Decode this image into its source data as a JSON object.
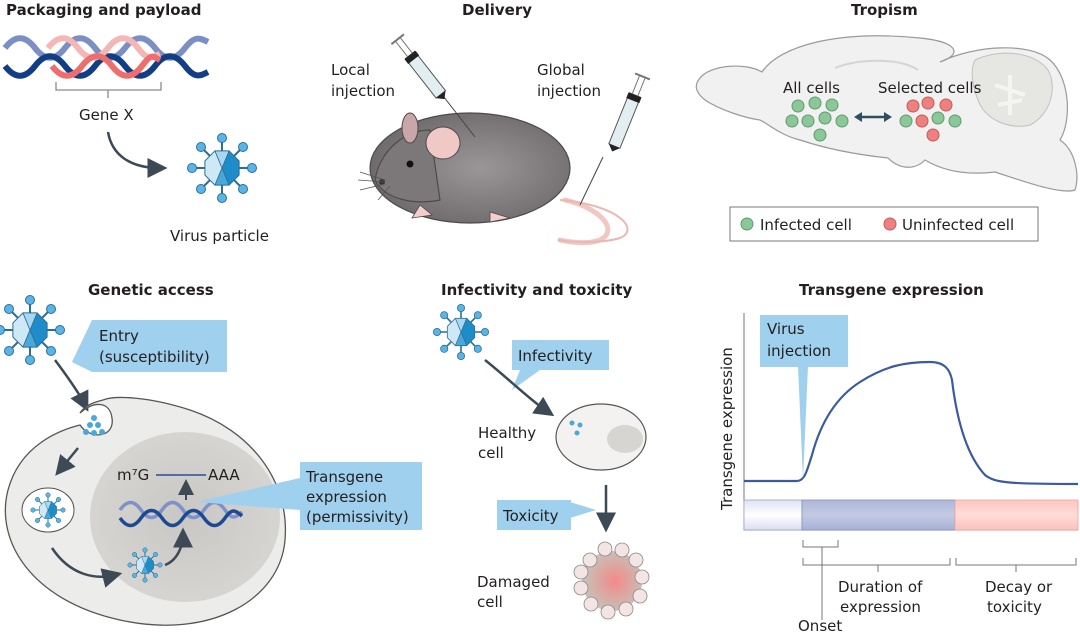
{
  "panels": {
    "packaging": {
      "title": "Packaging and payload",
      "gene_label": "Gene X",
      "virus_label": "Virus particle"
    },
    "delivery": {
      "title": "Delivery",
      "local_line1": "Local",
      "local_line2": "injection",
      "global_line1": "Global",
      "global_line2": "injection"
    },
    "tropism": {
      "title": "Tropism",
      "all_cells": "All cells",
      "selected_cells": "Selected cells",
      "legend": {
        "infected": "Infected cell",
        "uninfected": "Uninfected cell"
      }
    },
    "genetic_access": {
      "title": "Genetic access",
      "entry_line1": "Entry",
      "entry_line2": "(susceptibility)",
      "mrna_cap": "m⁷G",
      "mrna_tail": "AAA",
      "transgene_line1": "Transgene",
      "transgene_line2": "expression",
      "transgene_line3": "(permissivity)"
    },
    "infectivity": {
      "title": "Infectivity and toxicity",
      "infectivity_label": "Infectivity",
      "healthy_line1": "Healthy",
      "healthy_line2": "cell",
      "toxicity_label": "Toxicity",
      "damaged_line1": "Damaged",
      "damaged_line2": "cell"
    },
    "expression": {
      "title": "Transgene expression",
      "ylabel": "Transgene expression",
      "virus_line1": "Virus",
      "virus_line2": "injection",
      "onset": "Onset",
      "duration_line1": "Duration of",
      "duration_line2": "expression",
      "decay_line1": "Decay or",
      "decay_line2": "toxicity"
    }
  },
  "colors": {
    "callout": "#9fd0ee",
    "infected": "#8cc79a",
    "uninfected": "#f08080",
    "curve": "#3a5ba0",
    "virus": "#3aa0d8"
  }
}
